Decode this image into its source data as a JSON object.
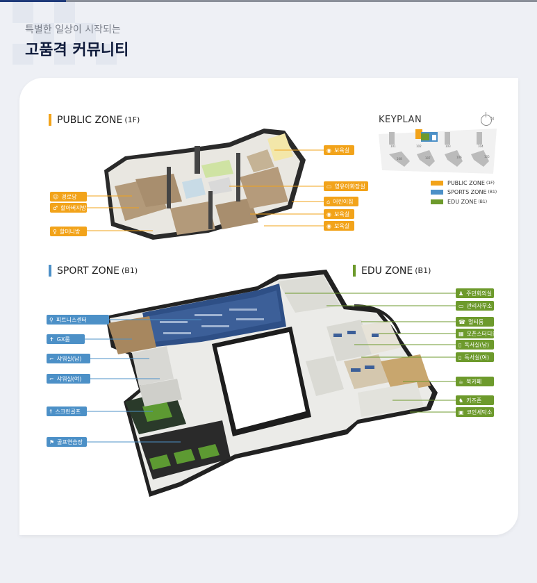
{
  "header": {
    "subtitle": "특별한 일상이 시작되는",
    "title": "고품격 커뮤니티"
  },
  "colors": {
    "public": "#f2a31a",
    "sports": "#4c90c7",
    "edu": "#6d9a2c",
    "navy": "#1f3a7a"
  },
  "public_zone": {
    "title": "PUBLIC ZONE",
    "sub": "(1F)",
    "left_tags": [
      {
        "icon": "elderly-icon",
        "label": "경로당"
      },
      {
        "icon": "man-icon",
        "label": "할아버지방"
      },
      {
        "icon": "woman-icon",
        "label": "할머니방"
      }
    ],
    "right_tags": [
      {
        "icon": "childcare-icon",
        "label": "보육실"
      },
      {
        "icon": "nursing-icon",
        "label": "영유아화장실"
      },
      {
        "icon": "playground-icon",
        "label": "어린이집"
      },
      {
        "icon": "childcare-icon",
        "label": "보육실"
      },
      {
        "icon": "childcare-icon",
        "label": "보육실"
      }
    ]
  },
  "keyplan": {
    "title": "KEYPLAN",
    "buildings": [
      "101",
      "102",
      "103",
      "104",
      "105",
      "106",
      "107",
      "108"
    ],
    "legend": [
      {
        "label": "PUBLIC ZONE",
        "sub": "(1F)",
        "color": "#f2a31a"
      },
      {
        "label": "SPORTS ZONE",
        "sub": "(B1)",
        "color": "#4c90c7"
      },
      {
        "label": "EDU ZONE",
        "sub": "(B1)",
        "color": "#6d9a2c"
      }
    ]
  },
  "sport_zone": {
    "title": "SPORT ZONE",
    "sub": "(B1)",
    "tags": [
      {
        "icon": "fitness-icon",
        "label": "피트니스센터"
      },
      {
        "icon": "gx-icon",
        "label": "GX룸"
      },
      {
        "icon": "shower-icon",
        "label": "샤워실(남)"
      },
      {
        "icon": "shower-icon",
        "label": "샤워실(여)"
      },
      {
        "icon": "golf-swing-icon",
        "label": "스크린골프"
      },
      {
        "icon": "golf-flag-icon",
        "label": "골프연습장"
      }
    ]
  },
  "edu_zone": {
    "title": "EDU ZONE",
    "sub": "(B1)",
    "tags": [
      {
        "icon": "meeting-icon",
        "label": "주민회의실"
      },
      {
        "icon": "office-icon",
        "label": "관리사무소"
      },
      {
        "icon": "multi-room-icon",
        "label": "멀티룸"
      },
      {
        "icon": "study-room-icon",
        "label": "오픈스터디룸"
      },
      {
        "icon": "reading-room-icon",
        "label": "독서실(남)"
      },
      {
        "icon": "reading-room-icon",
        "label": "독서실(여)"
      },
      {
        "icon": "cafe-icon",
        "label": "북카페"
      },
      {
        "icon": "kids-icon",
        "label": "키즈존"
      },
      {
        "icon": "laundry-icon",
        "label": "코인세탁소"
      }
    ]
  }
}
